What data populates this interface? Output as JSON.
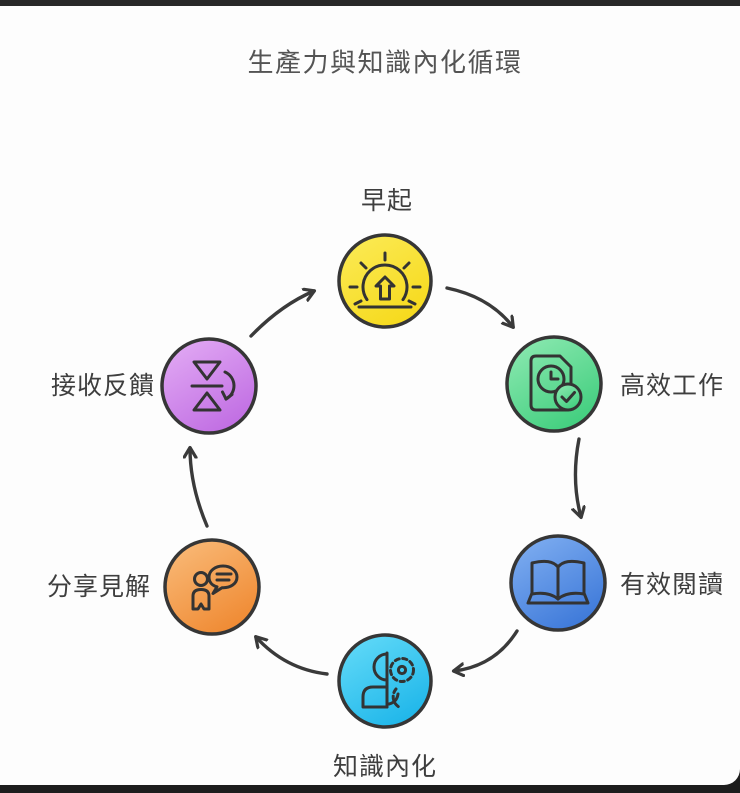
{
  "page": {
    "title": "生產力與知識內化循環",
    "background": "#FDFDFD",
    "frame_color": "#1D1D1D"
  },
  "style": {
    "outline_color": "#363636",
    "arrow_color": "#3A3A3A",
    "label_color": "#3E3E3E"
  },
  "cycle": {
    "direction": "clockwise",
    "sequence": [
      "早起",
      "高效工作",
      "有效閱讀",
      "知識內化",
      "分享見解",
      "接收反饋"
    ],
    "nodes": [
      {
        "id": "early-rise",
        "label": "早起",
        "icon": "sunrise-icon",
        "label_position": "top",
        "color": "#F6D91A",
        "color_light": "#FBEA55"
      },
      {
        "id": "efficient-work",
        "label": "高效工作",
        "icon": "document-clock-check-icon",
        "label_position": "right",
        "color": "#3ECD7C",
        "color_light": "#8CE9B1"
      },
      {
        "id": "effective-reading",
        "label": "有效閱讀",
        "icon": "open-book-icon",
        "label_position": "right",
        "color": "#3B77D8",
        "color_light": "#7FAEF1"
      },
      {
        "id": "knowledge-internalization",
        "label": "知識內化",
        "icon": "head-gears-icon",
        "label_position": "bottom",
        "color": "#1CB5E9",
        "color_light": "#62DAF8"
      },
      {
        "id": "share-insights",
        "label": "分享見解",
        "icon": "person-speech-bubble-icon",
        "label_position": "left",
        "color": "#EF8830",
        "color_light": "#F9BA78"
      },
      {
        "id": "receive-feedback",
        "label": "接收反饋",
        "icon": "swap-triangles-icon",
        "label_position": "left",
        "color": "#BF6BE2",
        "color_light": "#E2AAF4"
      }
    ]
  }
}
